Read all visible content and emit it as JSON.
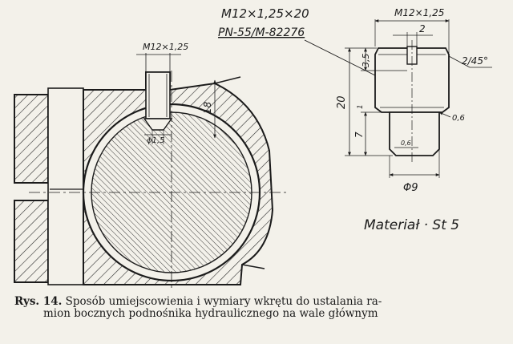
{
  "labels": {
    "thread_spec_left": "M12×1,25",
    "dim_depth_18": "18",
    "tip_dia_left": "ϕ1,5",
    "thread_callout": "M12×1,25×20",
    "standard_ref": "PN-55/M-82276",
    "thread_spec_right": "M12×1,25",
    "slot_width": "2",
    "chamfer_angle": "2/45°",
    "dim_35": "3,5",
    "dim_20": "20",
    "dim_7": "7",
    "dim_1": "1",
    "dim_06_side": "0,6",
    "dim_06_tip": "0,6",
    "dim_diam_9": "Φ9",
    "material": "Materiał · St 5"
  },
  "caption": {
    "label": "Rys. 14.",
    "line1": "Sposób umiejscowienia i wymiary wkrętu do ustalania ra-",
    "line2": "mion bocznych podnośnika hydraulicznego na wale głównym"
  }
}
